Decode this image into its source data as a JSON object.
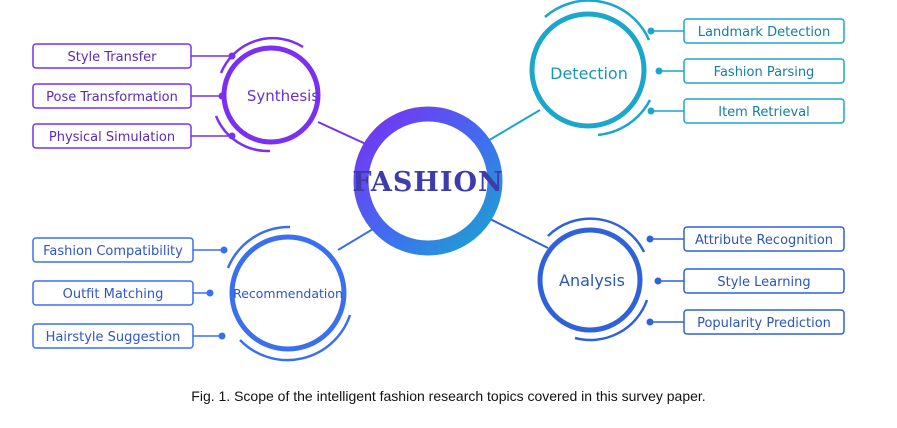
{
  "core": {
    "label": "FASHION"
  },
  "clusters": {
    "synthesis": {
      "label": "Synthesis",
      "color": "#7b2ff2",
      "items": [
        "Style Transfer",
        "Pose Transformation",
        "Physical Simulation"
      ]
    },
    "detection": {
      "label": "Detection",
      "color": "#1ba6cc",
      "items": [
        "Landmark Detection",
        "Fashion Parsing",
        "Item Retrieval"
      ]
    },
    "recommendation": {
      "label": "Recommendation",
      "color": "#3a6ff0",
      "items": [
        "Fashion Compatibility",
        "Outfit Matching",
        "Hairstyle Suggestion"
      ]
    },
    "analysis": {
      "label": "Analysis",
      "color": "#2f62d8",
      "items": [
        "Attribute Recognition",
        "Style Learning",
        "Popularity Prediction"
      ]
    }
  },
  "caption": "Fig. 1.  Scope of the intelligent fashion research topics covered in this survey paper."
}
